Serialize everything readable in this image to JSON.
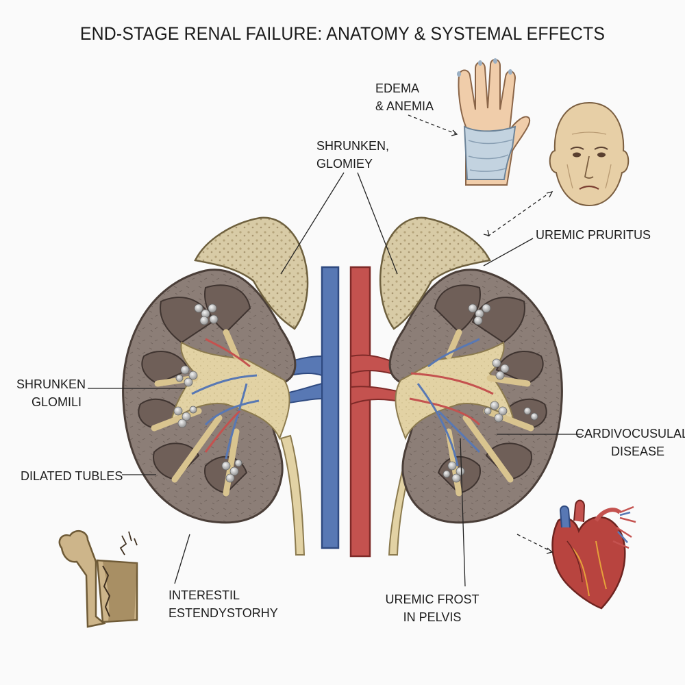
{
  "title": "END-STAGE RENAL FAILURE: ANATOMY & SYSTEMAL EFFECTS",
  "labels": {
    "edema_anemia": [
      "EDEMA",
      "& ANEMIA"
    ],
    "shrunken_glomiey": [
      "SHRUNKEN,",
      "GLOMIEY"
    ],
    "uremic_pruritus": [
      "UREMIC PRURITUS"
    ],
    "shrunken_glomili": [
      "SHRUNKEN",
      "GLOMILI"
    ],
    "cardiovocusular": [
      "CARDIVOCUSULAL",
      "DISEASE"
    ],
    "dilated_tubles": [
      "DILATED TUBLES"
    ],
    "interestil": [
      "INTERESTIL",
      "ESTENDYSTORHY"
    ],
    "uremic_frost": [
      "UREMIC FROST",
      "IN PELVIS"
    ]
  },
  "colors": {
    "cortex": "#8c7e77",
    "medulla": "#6f5f58",
    "pelvis_tissue": "#e2d2a4",
    "artery": "#c4524f",
    "vein": "#5878b4",
    "adrenal": "#d8cba6",
    "bone": "#cdb58a",
    "heart": "#b8443f",
    "skin": "#f0cdaa",
    "bandage": "#c3d3e0"
  },
  "icons": [
    "hand-icon",
    "face-icon",
    "heart-icon",
    "bone-icon",
    "kidney-icon"
  ]
}
